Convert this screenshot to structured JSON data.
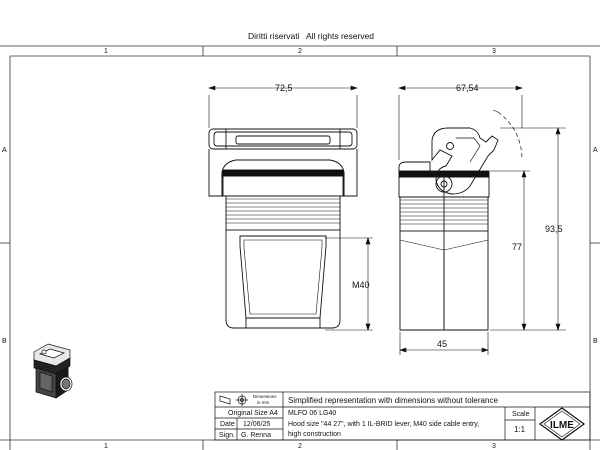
{
  "header": {
    "rights_it": "Diritti riservati",
    "rights_en": "All rights reserved"
  },
  "grid": {
    "columns": [
      "1",
      "2",
      "3"
    ],
    "rows": [
      "A",
      "B"
    ]
  },
  "dimensions": {
    "front_width": "72,5",
    "side_width": "67,54",
    "total_height": "93,5",
    "body_height": "77",
    "base_width": "45",
    "cable_entry": "M40"
  },
  "title_block": {
    "dims_icon_label_1": "Dimensions",
    "dims_icon_label_2": "in mm",
    "note": "Simplified representation with dimensions without tolerance",
    "original_size_label": "Original Size A4",
    "date_label": "Date",
    "date_value": "12/06/25",
    "sign_label": "Sign.",
    "sign_value": "G. Renna",
    "part_number": "MLFO 06 LG40",
    "description_1": "Hood size \"44 27\", with 1 IL-BRID lever, M40 side cable entry,",
    "description_2": "high construction",
    "scale_label": "Scale",
    "scale_value": "1:1",
    "logo_text": "ILME"
  }
}
